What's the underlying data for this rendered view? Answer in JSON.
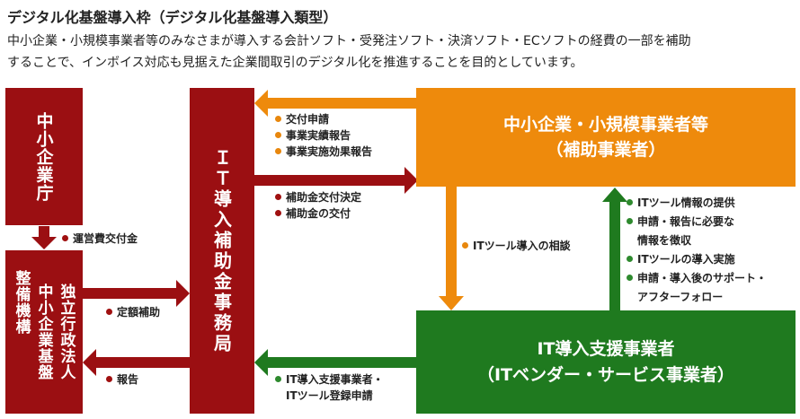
{
  "header": {
    "title": "デジタル化基盤導入枠（デジタル化基盤導入類型）",
    "desc_line1": "中小企業・小規模事業者等のみなさまが導入する会計ソフト・受発注ソフト・決済ソフト・ECソフトの経費の一部を補助",
    "desc_line2": "することで、インボイス対応も見据えた企業間取引のデジタル化を推進することを目的としています。"
  },
  "nodes": {
    "agency": "中小企業庁",
    "smrj_line1": "独立行政法人",
    "smrj_line2": "中小企業基盤",
    "smrj_line3": "整備機構",
    "office": "ＩＴ導入補助金事務局",
    "sme_line1": "中小企業・小規模事業者等",
    "sme_line2": "（補助事業者）",
    "vendor_line1": "IT導入支援事業者",
    "vendor_line2": "（ITベンダー・サービス事業者）"
  },
  "flows": {
    "sme_to_office": [
      "交付申請",
      "事業実績報告",
      "事業実施効果報告"
    ],
    "office_to_sme": [
      "補助金交付決定",
      "補助金の交付"
    ],
    "agency_to_smrj": "運営費交付金",
    "smrj_to_office": "定額補助",
    "office_to_smrj": "報告",
    "vendor_to_office_1": "IT導入支援事業者・",
    "vendor_to_office_2": "ITツール登録申請",
    "sme_to_vendor": "ITツール導入の相談",
    "vendor_to_sme": [
      "ITツール情報の提供",
      "申請・報告に必要な",
      "情報を徴収",
      "ITツールの導入実施",
      "申請・導入後のサポート・",
      "アフターフォロー"
    ]
  },
  "colors": {
    "dark_red": "#9b0f12",
    "orange": "#ee8a0c",
    "green": "#1f7a1f"
  }
}
